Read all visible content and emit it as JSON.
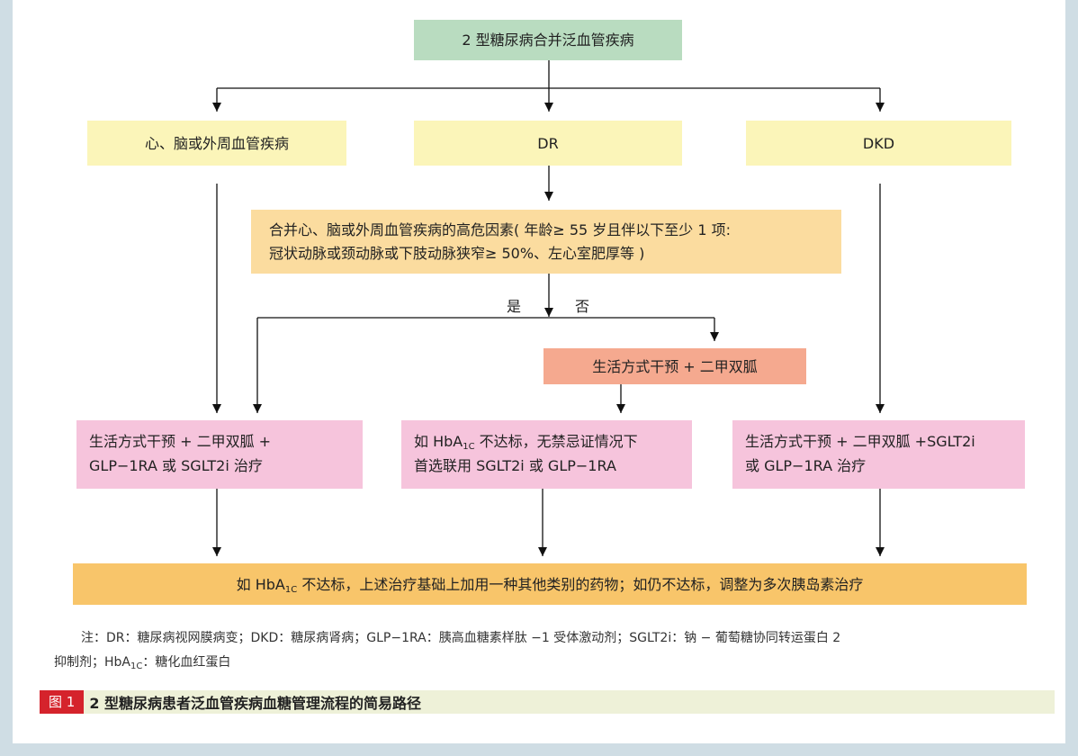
{
  "nodes": {
    "root": "2 型糖尿病合并泛血管疾病",
    "cardio": "心、脑或外周血管疾病",
    "dr": "DR",
    "dkd": "DKD",
    "risk_line1": "合并心、脑或外周血管疾病的高危因素( 年龄≥ 55 岁且伴以下至少 1 项:",
    "risk_line2": "冠状动脉或颈动脉或下肢动脉狭窄≥ 50%、左心室肥厚等 )",
    "lifestyle": "生活方式干预 + 二甲双胍",
    "left_tx_line1": "生活方式干预 + 二甲双胍 +",
    "left_tx_line2": "GLP−1RA 或 SGLT2i 治疗",
    "mid_tx_line1_pre": "如 HbA",
    "mid_tx_line1_sub": "1C",
    "mid_tx_line1_post": " 不达标，无禁忌证情况下",
    "mid_tx_line2": "首选联用 SGLT2i 或 GLP−1RA",
    "right_tx_line1": "生活方式干预 + 二甲双胍 +SGLT2i",
    "right_tx_line2": "或 GLP−1RA 治疗",
    "final_pre": "如 HbA",
    "final_sub": "1C",
    "final_post": " 不达标，上述治疗基础上加用一种其他类别的药物；如仍不达标，调整为多次胰岛素治疗"
  },
  "labels": {
    "yes": "是",
    "no": "否"
  },
  "note": {
    "line1": "注：DR：糖尿病视网膜病变；DKD：糖尿病肾病；GLP−1RA：胰高血糖素样肽 −1 受体激动剂；SGLT2i：钠 − 葡萄糖协同转运蛋白 2",
    "line2_pre": "抑制剂；HbA",
    "line2_sub": "1C",
    "line2_post": "：糖化血红蛋白"
  },
  "caption": {
    "number": "图 1",
    "text": "2 型糖尿病患者泛血管疾病血糖管理流程的简易路径"
  },
  "colors": {
    "background_frame": "#cfdde4",
    "green": "#b9dcc0",
    "yellow": "#fbf5b9",
    "peach": "#fbdc9f",
    "salmon": "#f5a98f",
    "pink": "#f6c4dc",
    "orange": "#f8c56a",
    "caption_red": "#d5232c"
  }
}
